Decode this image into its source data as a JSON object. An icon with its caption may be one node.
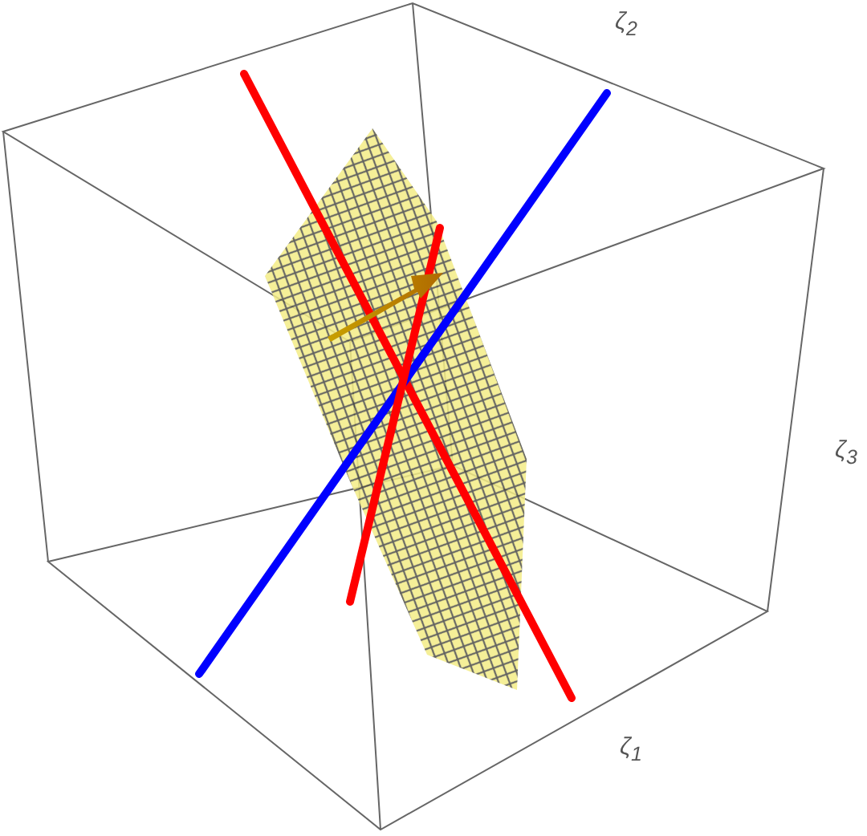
{
  "diagram": {
    "labels": [
      "ζ$_{2}$",
      "ζ$_{3}$",
      "ζ$_{1}$"
    ]
  }
}
